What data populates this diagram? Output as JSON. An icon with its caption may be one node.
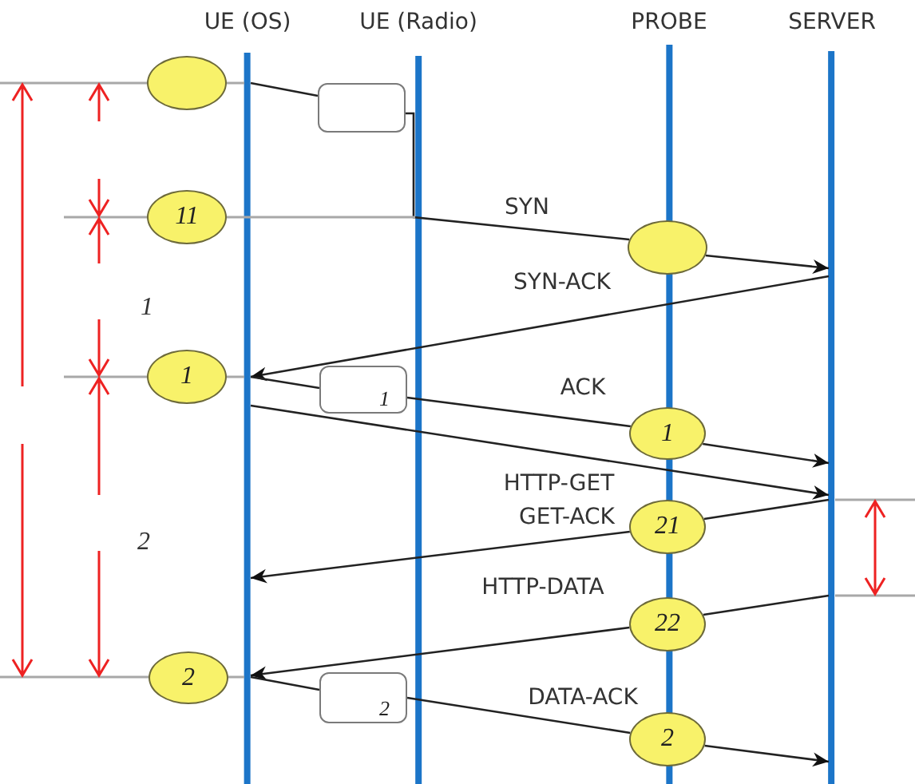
{
  "diagram": {
    "nodes": [
      {
        "text": [
          "UE (OS)"
        ]
      },
      {
        "text": [
          "UE (Radio)"
        ]
      },
      {
        "text": [
          "PROBE"
        ]
      },
      {
        "text": [
          "SERVER"
        ]
      },
      {
        "text": [],
        "shape": "ellipse"
      },
      {
        "text": [],
        "shape": "box"
      },
      {
        "text": [
          "11"
        ]
      },
      {
        "text": [],
        "shape": "ellipse"
      },
      {
        "text": [
          "1"
        ]
      },
      {
        "text": [
          "1"
        ]
      },
      {
        "text": [
          "1"
        ]
      },
      {
        "text": [
          "21"
        ]
      },
      {
        "text": [
          "22"
        ]
      },
      {
        "text": [
          "2"
        ]
      },
      {
        "text": [
          "2"
        ]
      },
      {
        "text": [
          "2"
        ]
      }
    ],
    "edges": [
      {
        "from": 0,
        "to": 5,
        "arrow": "none"
      },
      {
        "from": 5,
        "to": 7,
        "arrow": "none",
        "label": "SYN"
      },
      {
        "from": 7,
        "to": 3,
        "arrow": "to"
      },
      {
        "from": 3,
        "to": 0,
        "arrow": "to",
        "label": "SYN-ACK"
      },
      {
        "from": 0,
        "to": 9,
        "arrow": "none"
      },
      {
        "from": 9,
        "to": 10,
        "arrow": "none",
        "label": "ACK"
      },
      {
        "from": 10,
        "to": 3,
        "arrow": "to"
      },
      {
        "from": 0,
        "to": 3,
        "arrow": "to",
        "label": "HTTP-GET"
      },
      {
        "from": 3,
        "to": 11,
        "arrow": "none"
      },
      {
        "from": 11,
        "to": 0,
        "arrow": "to",
        "label": "GET-ACK"
      },
      {
        "from": 3,
        "to": 12,
        "arrow": "none"
      },
      {
        "from": 12,
        "to": 0,
        "arrow": "to",
        "label": "HTTP-DATA"
      },
      {
        "from": 0,
        "to": 14,
        "arrow": "none"
      },
      {
        "from": 14,
        "to": 15,
        "arrow": "none",
        "label": "DATA-ACK"
      },
      {
        "from": 15,
        "to": 3,
        "arrow": "to"
      },
      {
        "from": 4,
        "to": 0,
        "arrow": "none",
        "color": "#a8a8a8"
      },
      {
        "from": 6,
        "to": 1,
        "arrow": "none",
        "color": "#a8a8a8"
      },
      {
        "from": 8,
        "to": 0,
        "arrow": "none",
        "color": "#a8a8a8"
      },
      {
        "from": 13,
        "to": 0,
        "arrow": "none",
        "color": "#a8a8a8"
      }
    ],
    "labels": [
      "1",
      "2"
    ]
  }
}
